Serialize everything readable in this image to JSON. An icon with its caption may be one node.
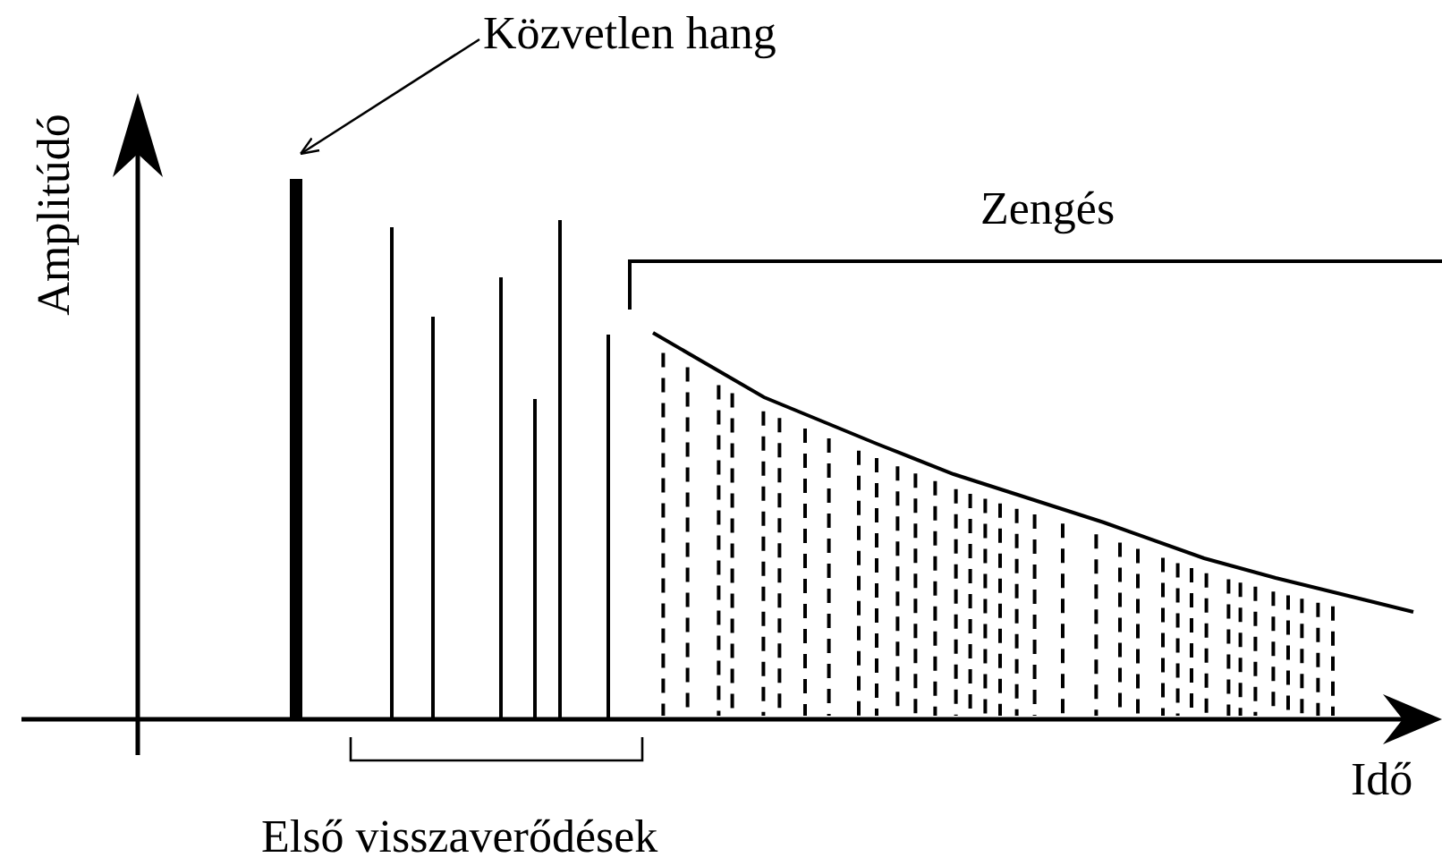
{
  "diagram": {
    "nodes": [
      {
        "text": [
          "Közvetlen hang"
        ]
      },
      {
        "text": [],
        "shape": "bar"
      }
    ],
    "edges": [
      {
        "from": 0,
        "to": 1,
        "arrow": "to"
      }
    ],
    "labels": [
      "Amplitúdó",
      "Zengés",
      "Idő",
      "Első visszaverődések"
    ]
  }
}
